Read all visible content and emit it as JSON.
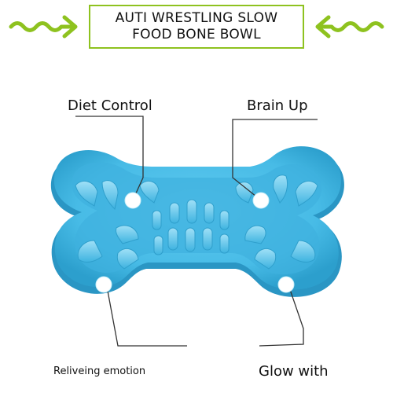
{
  "title": {
    "line1": "AUTI WRESTLING SLOW",
    "line2": "FOOD BONE BOWL"
  },
  "callouts": {
    "diet_control": "Diet Control",
    "brain_up": "Brain Up",
    "relieving_emotion": "Reliveing emotion",
    "glow_with": "Glow with"
  },
  "colors": {
    "accent": "#8ec21f",
    "bowl": "#4cc0e8",
    "bowl_shadow": "#2a9cc8",
    "bowl_highlight": "#8ad8f3",
    "leader_line": "#333333",
    "marker": "#ffffff"
  },
  "icons": {
    "left_arrow": "squiggle-arrow-right-icon",
    "right_arrow": "squiggle-arrow-left-icon"
  }
}
